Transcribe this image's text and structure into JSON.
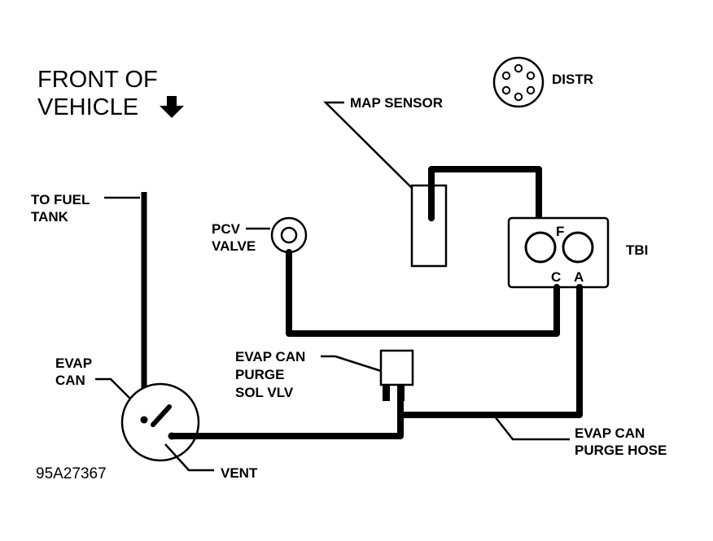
{
  "orientation": {
    "line1": "FRONT OF",
    "line2": "VEHICLE",
    "arrow_icon": "down-arrow-icon"
  },
  "labels": {
    "distributor": "DISTR",
    "map_sensor": "MAP SENSOR",
    "to_fuel_tank_line1": "TO FUEL",
    "to_fuel_tank_line2": "TANK",
    "pcv_valve_line1": "PCV",
    "pcv_valve_line2": "VALVE",
    "tbi": "TBI",
    "tbi_port_f": "F",
    "tbi_port_c": "C",
    "tbi_port_a": "A",
    "evap_can_line1": "EVAP",
    "evap_can_line2": "CAN",
    "purge_valve_line1": "EVAP CAN",
    "purge_valve_line2": "PURGE",
    "purge_valve_line3": "SOL VLV",
    "purge_hose_line1": "EVAP CAN",
    "purge_hose_line2": "PURGE HOSE",
    "vent": "VENT"
  },
  "figure_code": "95A27367"
}
